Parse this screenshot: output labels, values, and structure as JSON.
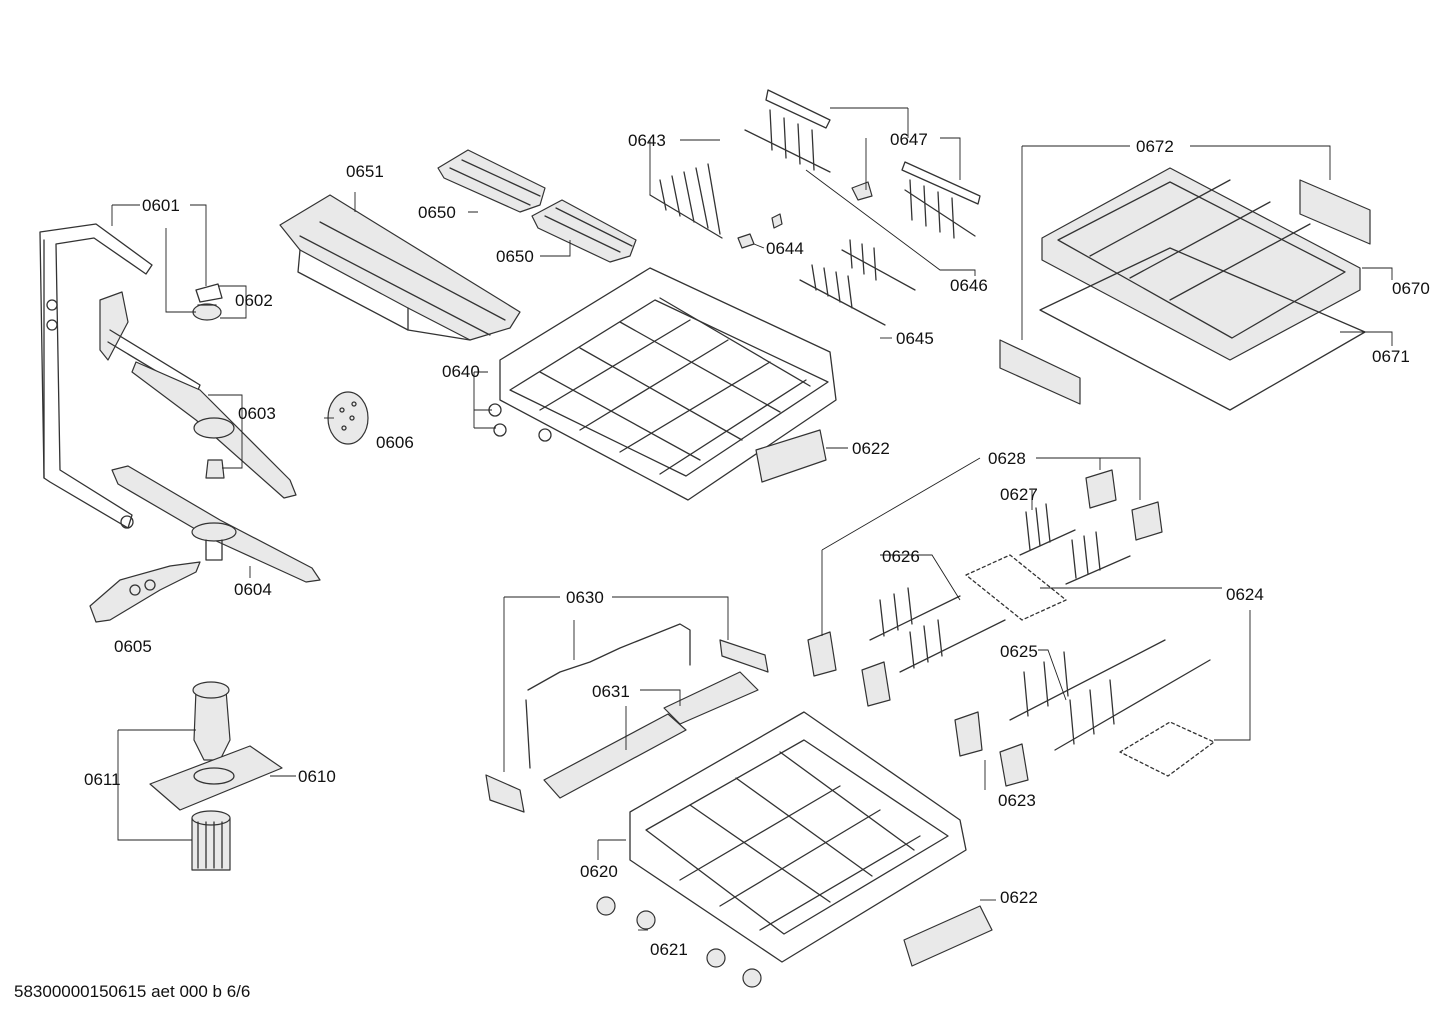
{
  "footer": "58300000150615 aet 000 b 6/6",
  "labels": {
    "p0601": "0601",
    "p0602": "0602",
    "p0603": "0603",
    "p0604": "0604",
    "p0605": "0605",
    "p0606": "0606",
    "p0610": "0610",
    "p0611": "0611",
    "p0620": "0620",
    "p0621": "0621",
    "p0622a": "0622",
    "p0622b": "0622",
    "p0623": "0623",
    "p0624": "0624",
    "p0625": "0625",
    "p0626": "0626",
    "p0627": "0627",
    "p0628": "0628",
    "p0630": "0630",
    "p0631": "0631",
    "p0640": "0640",
    "p0643": "0643",
    "p0644": "0644",
    "p0645": "0645",
    "p0646": "0646",
    "p0647": "0647",
    "p0650a": "0650",
    "p0650b": "0650",
    "p0651": "0651",
    "p0670": "0670",
    "p0671": "0671",
    "p0672": "0672"
  }
}
